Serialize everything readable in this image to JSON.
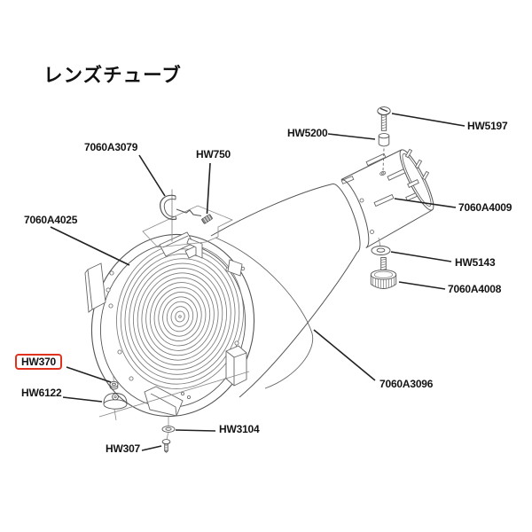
{
  "page": {
    "title": "レンズチューブ"
  },
  "diagram": {
    "highlight_color": "#e0321c",
    "line_color": "#555555",
    "leader_color": "#222222",
    "parts": [
      {
        "id": "7060A3079",
        "text": "7060A3079",
        "highlighted": false
      },
      {
        "id": "HW750",
        "text": "HW750",
        "highlighted": false
      },
      {
        "id": "7060A4025",
        "text": "7060A4025",
        "highlighted": false
      },
      {
        "id": "HW5200",
        "text": "HW5200",
        "highlighted": false
      },
      {
        "id": "HW5197",
        "text": "HW5197",
        "highlighted": false
      },
      {
        "id": "7060A4009",
        "text": "7060A4009",
        "highlighted": false
      },
      {
        "id": "HW5143",
        "text": "HW5143",
        "highlighted": false
      },
      {
        "id": "7060A4008",
        "text": "7060A4008",
        "highlighted": false
      },
      {
        "id": "7060A3096",
        "text": "7060A3096",
        "highlighted": false
      },
      {
        "id": "HW370",
        "text": "HW370",
        "highlighted": true
      },
      {
        "id": "HW6122",
        "text": "HW6122",
        "highlighted": false
      },
      {
        "id": "HW307",
        "text": "HW307",
        "highlighted": false
      },
      {
        "id": "HW3104",
        "text": "HW3104",
        "highlighted": false
      }
    ]
  }
}
